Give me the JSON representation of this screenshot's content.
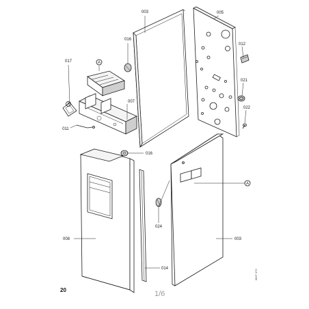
{
  "page_number": "20",
  "page_indicator": "1/6",
  "side_code": "6827 472",
  "labels": {
    "p003_top": "003",
    "p005": "005",
    "p016_top": "016",
    "p017": "017",
    "p012": "012",
    "p021": "021",
    "p022": "022",
    "p007": "007",
    "p011": "011",
    "p016_mid": "016",
    "p008": "008",
    "p024": "024",
    "p003_bottom": "003",
    "p014": "014",
    "callout_a_top": "A",
    "callout_a_right": "A",
    "callout_a_left": "A"
  }
}
